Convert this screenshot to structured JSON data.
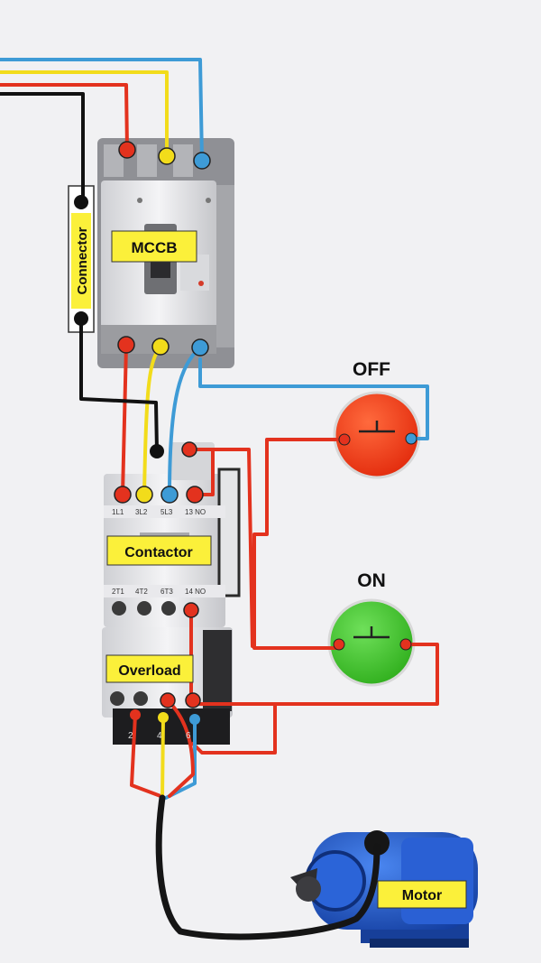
{
  "labels": {
    "mccb": "MCCB",
    "connector": "Connector",
    "contactor": "Contactor",
    "overload": "Overload",
    "motor": "Motor",
    "off_button": "OFF",
    "on_button": "ON"
  },
  "terminals": {
    "contactor_top": [
      "1L1",
      "3L2",
      "5L3",
      "13 NO"
    ],
    "contactor_bottom": [
      "2T1",
      "4T2",
      "6T3",
      "14 NO"
    ],
    "overload_bottom": [
      "2",
      "4",
      "6"
    ]
  },
  "colors": {
    "phase_red": "#e3321e",
    "phase_yellow": "#f2dc1b",
    "phase_blue": "#3e9bd6",
    "neutral": "#111111",
    "label_fill": "#fbf03a",
    "off_button": "#f23b18",
    "on_button": "#44c22d",
    "motor_body": "#1f55c7"
  }
}
